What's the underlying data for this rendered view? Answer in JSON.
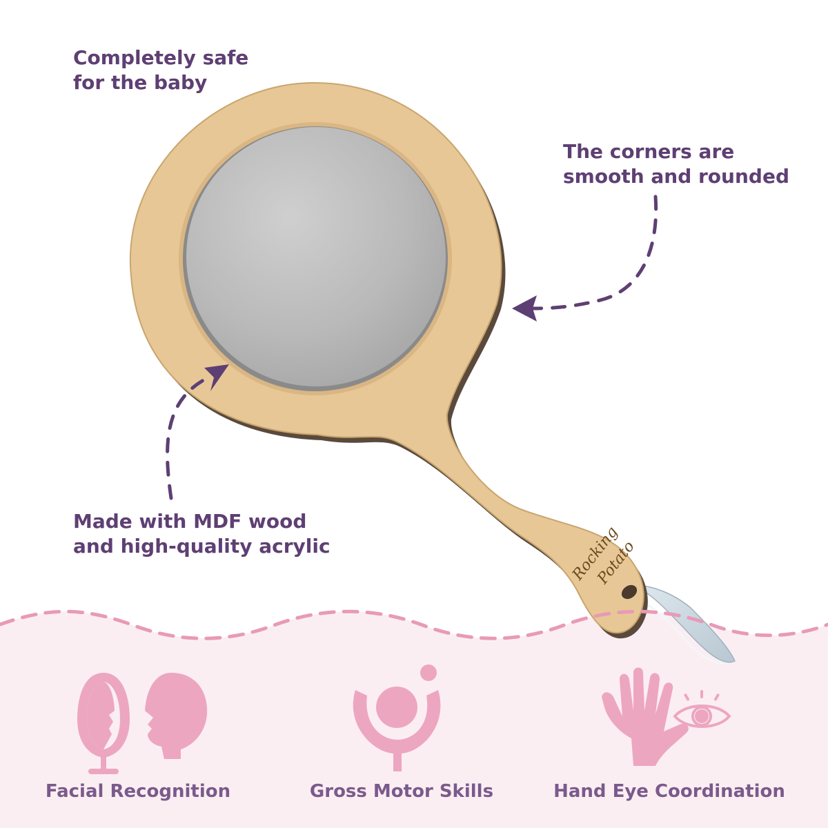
{
  "brand": {
    "name": "Rocking Potato",
    "line1": "Rocking",
    "line2": "Potato"
  },
  "callouts": {
    "safe": {
      "line1": "Completely safe",
      "line2": "for the baby"
    },
    "corners": {
      "line1": "The corners are",
      "line2": "smooth and rounded"
    },
    "material": {
      "line1": "Made with MDF wood",
      "line2": "and high-quality acrylic"
    }
  },
  "features": [
    {
      "label": "Facial Recognition",
      "icon": "mirror-face-icon"
    },
    {
      "label": "Gross Motor Skills",
      "icon": "child-ball-icon"
    },
    {
      "label": "Hand Eye Coordination",
      "icon": "hand-eye-icon"
    }
  ],
  "colors": {
    "text_purple": "#5e3f73",
    "arrow_purple": "#5e3f73",
    "pink_band": "#fbeef2",
    "pink_icon": "#eda6c0",
    "pink_dash": "#e89ab6",
    "wood": "#e7c796",
    "mirror": "#b6b6b6"
  }
}
